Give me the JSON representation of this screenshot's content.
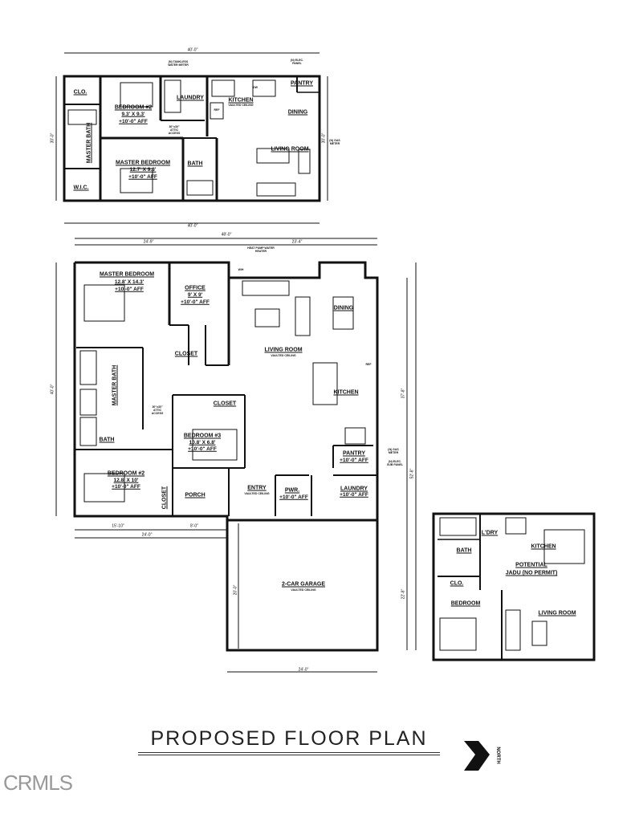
{
  "title": "PROPOSED FLOOR PLAN",
  "north_label": "NORTH",
  "watermark": "CRMLS",
  "upper_plan": {
    "dims": {
      "top": "40'-0\"",
      "bottom": "40'-0\"",
      "left": "30'-0\"",
      "right": "30'-0\""
    },
    "rooms": {
      "clo": "CLO.",
      "bedroom2": "BEDROOM #2",
      "bedroom2_size": "9.3' X 9.3'",
      "bedroom2_ceiling": "+10'-0\" AFF",
      "laundry": "LAUNDRY",
      "kitchen": "KITCHEN",
      "pantry": "PANTRY",
      "dining": "DINING",
      "living": "LIVING ROOM",
      "master_bath": "MASTER BATH",
      "master_bedroom": "MASTER BEDROOM",
      "master_size": "12.7' X 9.3'",
      "master_ceiling": "+10'-0\" AFF",
      "bath": "BATH",
      "wic": "W.I.C."
    },
    "notes": {
      "vaulted": "VAULTED CEILING",
      "water_meter": "(N) TANKLESS WATER METER",
      "elec_panel": "(N) ELEC. PANEL",
      "gas_meter": "(N) GAS METER",
      "attic": "30\"x30\" ATTIC ACCESS",
      "ref": "REF",
      "dw": "DW"
    }
  },
  "main_plan": {
    "dims": {
      "overall": "48'-0\"",
      "left_top": "24'-9\"",
      "right_top": "23'-4\"",
      "left": "40'-0\"",
      "right_upper": "37'-8\"",
      "right_total": "52'-8\"",
      "bottom_a": "15'-10\"",
      "bottom_b": "8'-0\"",
      "bottom_total": "24'-0\"",
      "garage_left": "20'-0\"",
      "garage_right": "22'-8\"",
      "garage_bottom": "24'-0\""
    },
    "rooms": {
      "master_bedroom": "MASTER BEDROOM",
      "master_size": "12.8' X 14.3'",
      "master_ceiling": "+10'-0\" AFF",
      "office": "OFFICE",
      "office_size": "9' X 9'",
      "office_ceiling": "+10'-0\" AFF",
      "closet_office": "CLOSET",
      "living": "LIVING ROOM",
      "dining": "DINING",
      "kitchen": "KITCHEN",
      "master_bath": "MASTER BATH",
      "closet_bed3": "CLOSET",
      "bedroom3": "BEDROOM #3",
      "bedroom3_size": "10.8' X 6.8'",
      "bedroom3_ceiling": "+10'-0\" AFF",
      "bath": "BATH",
      "bedroom2": "BEDROOM #2",
      "bedroom2_size": "12.8' X 10'",
      "bedroom2_ceiling": "+10'-0\" AFF",
      "closet_bed2": "CLOSET",
      "porch": "PORCH",
      "entry": "ENTRY",
      "pwr": "PWR.",
      "pwr_ceiling": "+10'-0\" AFF",
      "pantry": "PANTRY",
      "pantry_ceiling": "+10'-0\" AFF",
      "laundry": "LAUNDRY",
      "laundry_ceiling": "+10'-0\" AFF",
      "garage": "2-CAR GARAGE"
    },
    "notes": {
      "water_heater": "HEAT PUMP WATER HEATER",
      "vaulted": "VAULTED CEILING",
      "attic": "30\"x30\" ATTIC ACCESS",
      "gas_meter": "(N) GAS METER",
      "elec_panel": "(N) ELEC. SUB PANEL",
      "ref": "REF",
      "wh": "W/H"
    }
  },
  "adu_plan": {
    "rooms": {
      "ldry": "L'DRY",
      "bath": "BATH",
      "kitchen": "KITCHEN",
      "potential": "POTENTIAL",
      "jadu": "JADU (NO PERMIT)",
      "clo": "CLO.",
      "bedroom": "BEDROOM",
      "living": "LIVING ROOM"
    }
  }
}
